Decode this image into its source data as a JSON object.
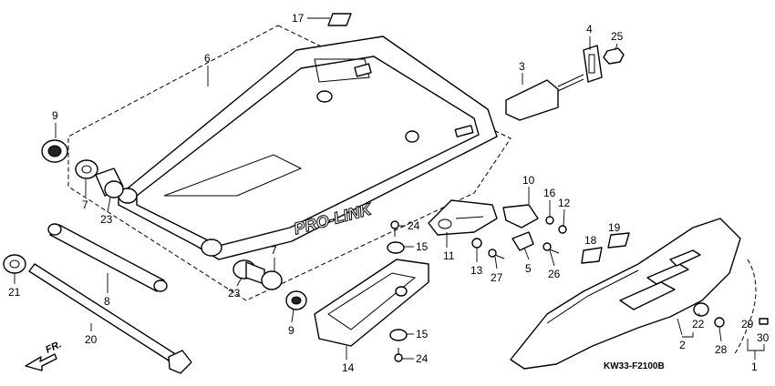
{
  "diagram": {
    "callouts": [
      {
        "id": "c17",
        "text": "17"
      },
      {
        "id": "c6",
        "text": "6"
      },
      {
        "id": "c4",
        "text": "4"
      },
      {
        "id": "c25",
        "text": "25"
      },
      {
        "id": "c3",
        "text": "3"
      },
      {
        "id": "c9a",
        "text": "9"
      },
      {
        "id": "c7a",
        "text": "7"
      },
      {
        "id": "c23a",
        "text": "23"
      },
      {
        "id": "c10",
        "text": "10"
      },
      {
        "id": "c16",
        "text": "16"
      },
      {
        "id": "c12",
        "text": "12"
      },
      {
        "id": "c24a",
        "text": "24"
      },
      {
        "id": "c19",
        "text": "19"
      },
      {
        "id": "c18",
        "text": "18"
      },
      {
        "id": "c15a",
        "text": "15"
      },
      {
        "id": "c11",
        "text": "11"
      },
      {
        "id": "c13",
        "text": "13"
      },
      {
        "id": "c27",
        "text": "27"
      },
      {
        "id": "c5",
        "text": "5"
      },
      {
        "id": "c26",
        "text": "26"
      },
      {
        "id": "c7b",
        "text": "7"
      },
      {
        "id": "c21",
        "text": "21"
      },
      {
        "id": "c8",
        "text": "8"
      },
      {
        "id": "c23b",
        "text": "23"
      },
      {
        "id": "c9b",
        "text": "9"
      },
      {
        "id": "c22",
        "text": "22"
      },
      {
        "id": "c29",
        "text": "29"
      },
      {
        "id": "c20",
        "text": "20"
      },
      {
        "id": "c15b",
        "text": "15"
      },
      {
        "id": "c2",
        "text": "2"
      },
      {
        "id": "c28",
        "text": "28"
      },
      {
        "id": "c30",
        "text": "30"
      },
      {
        "id": "c14",
        "text": "14"
      },
      {
        "id": "c24b",
        "text": "24"
      },
      {
        "id": "c1",
        "text": "1"
      }
    ],
    "direction_label": "FR.",
    "logo_text": "PRO-LINK",
    "diagram_code": "KW33-F2100B"
  }
}
